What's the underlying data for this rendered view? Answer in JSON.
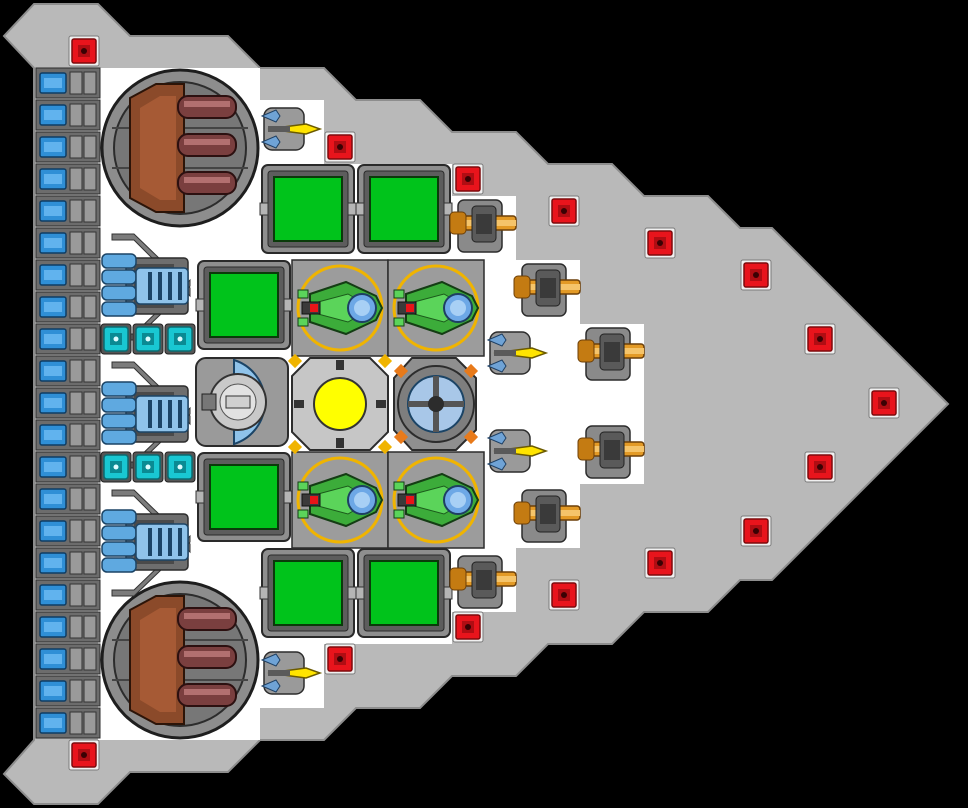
{
  "ship": {
    "colors": {
      "background": "#000000",
      "hull_light": "#b9b9b9",
      "hull_dark": "#8d8d8d",
      "floor": "#ffffff",
      "block_red": "#e8141c",
      "room_green": "#00c31b",
      "reactor_yellow": "#ffff00",
      "cyan_block": "#19c7d2",
      "thruster_blue": "#2f8fd6",
      "copper": "#e39a26",
      "gyro_blue": "#a8c7e8",
      "turret_green": "#3cac3a"
    },
    "module_types": [
      "armor-block",
      "hull-plating",
      "green-room",
      "reactor-core",
      "gyroscope",
      "shield-generator",
      "green-turret",
      "yellow-missile-launcher",
      "copper-cannon",
      "thruster-engine",
      "cyan-power-cell",
      "drum-turret",
      "side-battery"
    ]
  }
}
